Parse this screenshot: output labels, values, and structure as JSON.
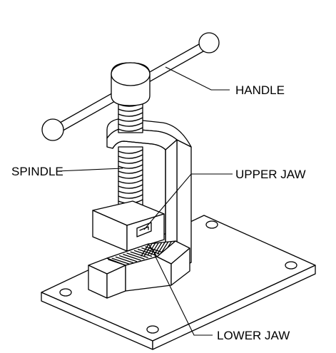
{
  "labels": {
    "handle": "HANDLE",
    "upper_jaw": "UPPER JAW",
    "spindle": "SPINDLE",
    "lower_jaw": "LOWER JAW"
  },
  "colors": {
    "line": "#000000",
    "background": "#ffffff"
  }
}
